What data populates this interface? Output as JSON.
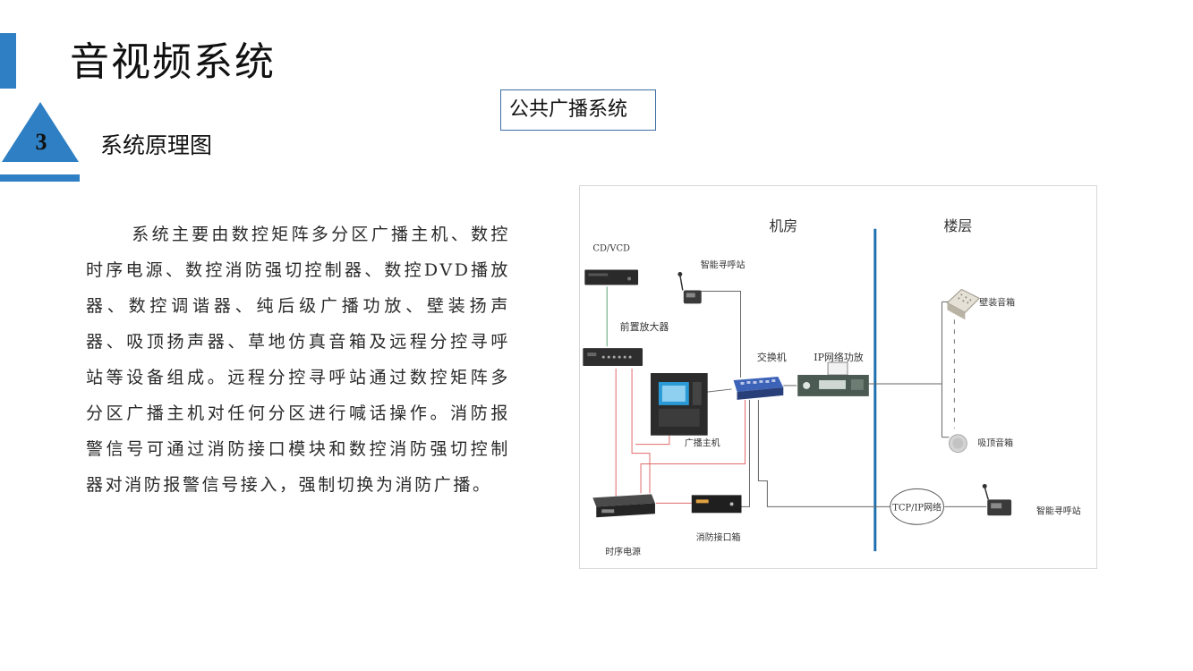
{
  "header": {
    "title": "音视频系统"
  },
  "section": {
    "number": "3",
    "title": "系统原理图"
  },
  "callout": {
    "label": "公共广播系统"
  },
  "body": {
    "paragraph": "系统主要由数控矩阵多分区广播主机、数控时序电源、数控消防强切控制器、数控DVD播放器、数控调谐器、纯后级广播功放、壁装扬声器、吸顶扬声器、草地仿真音箱及远程分控寻呼站等设备组成。远程分控寻呼站通过数控矩阵多分区广播主机对任何分区进行喊话操作。消防报警信号可通过消防接口模块和数控消防强切控制器对消防报警信号接入，强制切换为消防广播。"
  },
  "diagram": {
    "zone_machine_room": "机房",
    "zone_floor": "楼层",
    "cd_vcd": "CD/VCD",
    "paging_station_top": "智能寻呼站",
    "preamp": "前置放大器",
    "broadcast_host": "广播主机",
    "switch": "交换机",
    "ip_amplifier": "IP网络功放",
    "wall_speaker": "壁装音箱",
    "ceiling_speaker": "吸顶音箱",
    "tcp_ip_network": "TCP/IP网络",
    "paging_station_right": "智能寻呼站",
    "sequencer_power": "时序电源",
    "fire_interface": "消防接口箱"
  },
  "colors": {
    "accent": "#2e7fc4",
    "divider": "#1f6fae",
    "red_wire": "#e06a6a",
    "green_wire": "#5aa070"
  }
}
